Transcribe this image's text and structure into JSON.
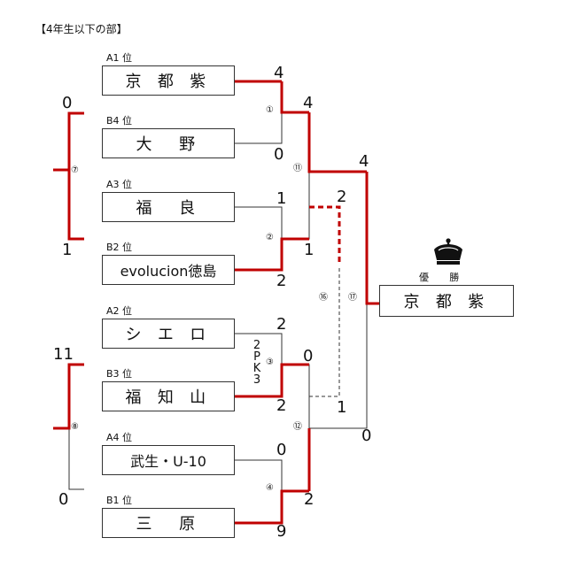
{
  "title": "【4年生以下の部】",
  "teams": [
    {
      "seed": "A1 位",
      "name": "京 都 紫"
    },
    {
      "seed": "B4 位",
      "name": "大　野"
    },
    {
      "seed": "A3 位",
      "name": "福　良"
    },
    {
      "seed": "B2 位",
      "name": "evolucion徳島"
    },
    {
      "seed": "A2 位",
      "name": "シ エ ロ"
    },
    {
      "seed": "B3 位",
      "name": "福 知 山"
    },
    {
      "seed": "A4 位",
      "name": "武生・U-10"
    },
    {
      "seed": "B1 位",
      "name": "三　原"
    }
  ],
  "matches": {
    "m1": {
      "label": "①",
      "top": "4",
      "bottom": "0"
    },
    "m2": {
      "label": "②",
      "top": "1",
      "bottom": "2"
    },
    "m3": {
      "label": "③",
      "top": "2",
      "bottom": "2",
      "pk": [
        "2",
        "P",
        "K",
        "3"
      ]
    },
    "m4": {
      "label": "④",
      "top": "0",
      "bottom": "9"
    },
    "m7": {
      "label": "⑦",
      "top": "0",
      "bottom": "1"
    },
    "m8": {
      "label": "⑧",
      "top": "11",
      "bottom": "0"
    },
    "m11": {
      "label": "⑪",
      "top": "4",
      "bottom": "1"
    },
    "m12": {
      "label": "⑫",
      "top": "0",
      "bottom": "2"
    },
    "m16": {
      "label": "⑯",
      "top": "2",
      "bottom": "1"
    },
    "m17": {
      "label": "⑰",
      "top": "4",
      "bottom": "0"
    }
  },
  "champion": {
    "label": "優 勝",
    "name": "京 都 紫",
    "icon": "crown-icon"
  },
  "colors": {
    "winner": "#c00000",
    "loser": "#333333"
  }
}
